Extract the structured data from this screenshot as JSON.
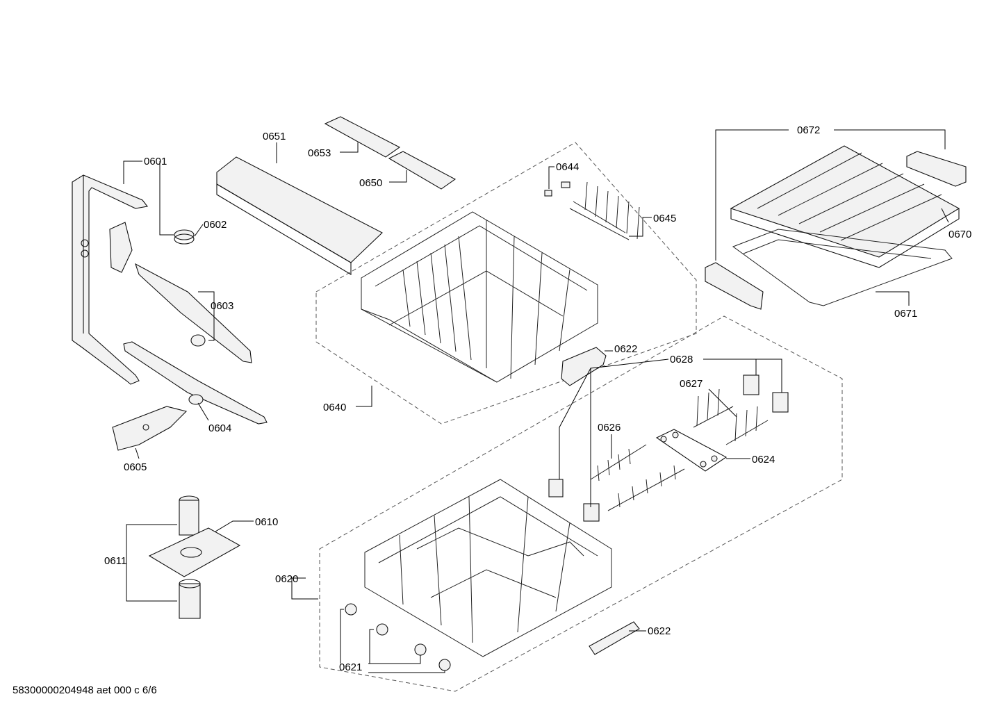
{
  "diagram": {
    "labels": {
      "p0601": "0601",
      "p0602": "0602",
      "p0603": "0603",
      "p0604": "0604",
      "p0605": "0605",
      "p0610": "0610",
      "p0611": "0611",
      "p0620": "0620",
      "p0621": "0621",
      "p0622a": "0622",
      "p0622b": "0622",
      "p0624": "0624",
      "p0626": "0626",
      "p0627": "0627",
      "p0628": "0628",
      "p0640": "0640",
      "p0644": "0644",
      "p0645": "0645",
      "p0650": "0650",
      "p0651": "0651",
      "p0653": "0653",
      "p0670": "0670",
      "p0671": "0671",
      "p0672": "0672"
    },
    "footer": "58300000204948 aet 000 c 6/6"
  }
}
